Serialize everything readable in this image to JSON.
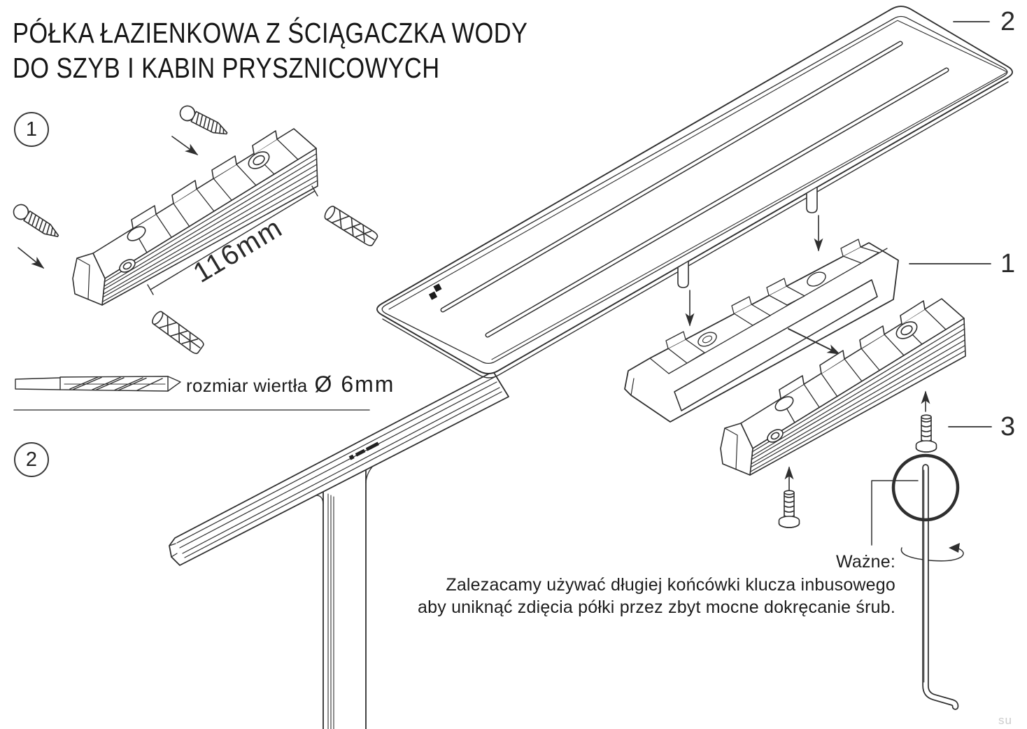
{
  "title": {
    "line1": "PÓŁKA ŁAZIENKOWA Z ŚCIĄGACZKA WODY",
    "line2": "DO SZYB I KABIN PRYSZNICOWYCH"
  },
  "step1": {
    "badge": "1",
    "dimension_label": "116mm",
    "drill_label": "rozmiar wiertła",
    "drill_size": "Ø 6mm"
  },
  "step2": {
    "badge": "2"
  },
  "part_labels": {
    "shelf_glass": "2",
    "cover_profile": "1",
    "fixing_screw": "3"
  },
  "warning": {
    "heading": "Ważne:",
    "line1": "Zalezacamy używać długiej końcówki klucza inbusowego",
    "line2": "aby uniknąć zdięcia półki przez zbyt mocne dokręcanie śrub."
  },
  "watermark": "su",
  "colors": {
    "line": "#2f2f2f",
    "text": "#1c1c1c",
    "watermark": "#cccccc",
    "background": "#ffffff"
  }
}
